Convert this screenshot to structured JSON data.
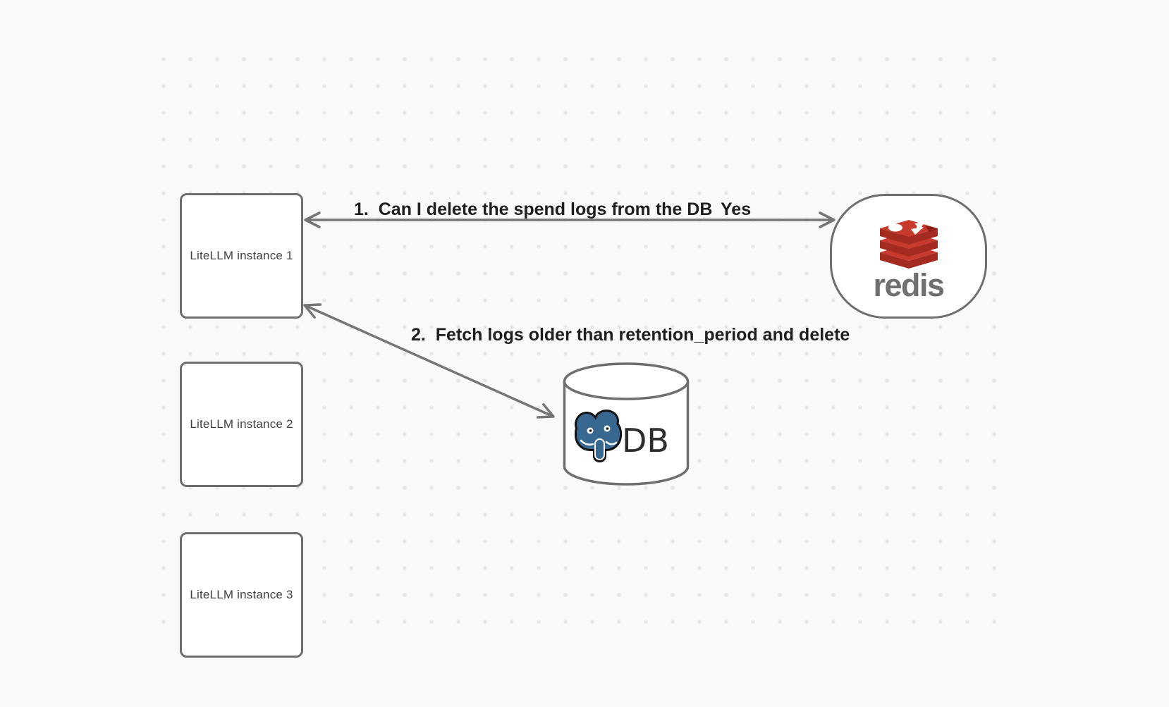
{
  "canvas": {
    "kind": "architecture-diagram",
    "background": "#f9f9f9",
    "dot_color": "#e6e6e6",
    "shape_stroke_color": "#6e6e6e",
    "arrow_color": "#767676",
    "label_color": "#1f1f1f",
    "redis_red_top": "#c93a2e",
    "redis_red_front": "#a32b20",
    "postgres_blue": "#38678f"
  },
  "nodes": {
    "instances": [
      {
        "label": "LiteLLM instance 1"
      },
      {
        "label": "LiteLLM instance 2"
      },
      {
        "label": "LiteLLM instance 3"
      }
    ],
    "redis": {
      "label": "redis",
      "icon": "redis-stack-icon"
    },
    "db": {
      "label": "DB",
      "icon": "postgresql-elephant-icon",
      "shape": "database-cylinder"
    }
  },
  "edges": [
    {
      "label": "1.  Can I delete the spend logs from the DB",
      "response": "Yes",
      "from": "redis",
      "to": "LiteLLM instance 1",
      "style": "double-headed-arrow"
    },
    {
      "label": "2.  Fetch logs older than retention_period and delete",
      "from": "LiteLLM instance 1",
      "to": "DB",
      "style": "double-headed-arrow"
    }
  ]
}
